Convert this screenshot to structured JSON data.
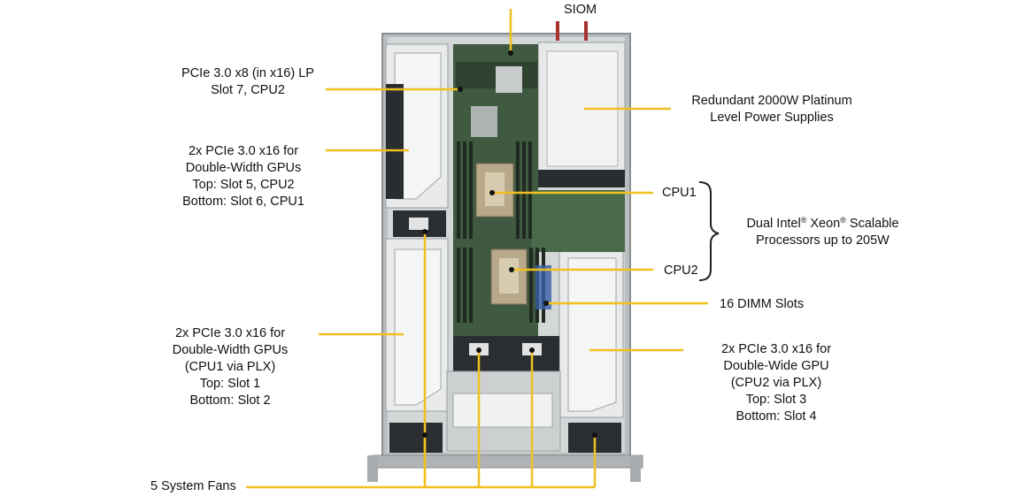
{
  "colors": {
    "callout": "#f0c020",
    "chassis": "#c9cccd",
    "board": "#3f5a40",
    "board_dark": "#2b3a2c",
    "bracket": "#222222"
  },
  "labels": {
    "siom": "SIOM",
    "pcie_lp": [
      "PCIe 3.0 x8 (in x16) LP",
      "Slot 7, CPU2"
    ],
    "gpu_top": [
      "2x PCIe 3.0 x16 for",
      "Double-Width GPUs",
      "Top: Slot 5, CPU2",
      "Bottom: Slot 6, CPU1"
    ],
    "gpu_left_bottom": [
      "2x PCIe 3.0 x16 for",
      "Double-Width GPUs",
      "(CPU1 via PLX)",
      "Top: Slot 1",
      "Bottom: Slot 2"
    ],
    "power": [
      "Redundant  2000W Platinum",
      "Level Power Supplies"
    ],
    "cpu1": "CPU1",
    "cpu2": "CPU2",
    "dual_cpu": {
      "line1_a": "Dual Intel",
      "line1_reg1": "®",
      "line1_b": " Xeon",
      "line1_reg2": "®",
      "line1_c": " Scalable",
      "line2": "Processors up to 205W"
    },
    "dimm": "16 DIMM  Slots",
    "gpu_right": [
      "2x PCIe 3.0 x16 for",
      "Double-Wide GPU",
      "(CPU2 via PLX)",
      "Top: Slot 3",
      "Bottom: Slot 4"
    ],
    "fans": "5 System Fans"
  }
}
